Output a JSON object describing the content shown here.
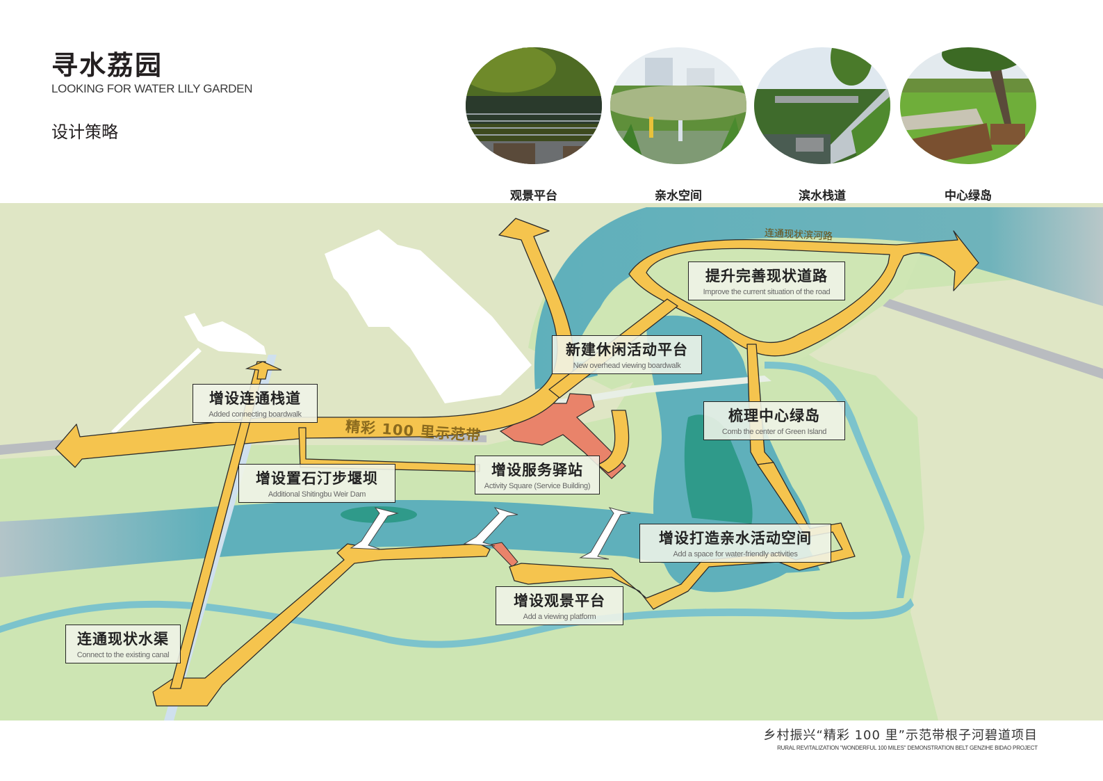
{
  "header": {
    "title_cn": "寻水荔园",
    "title_en": "LOOKING FOR WATER LILY GARDEN",
    "subtitle": "设计策略"
  },
  "photos": [
    {
      "label": "观景平台",
      "scene": "viewing-platform-photo"
    },
    {
      "label": "亲水空间",
      "scene": "waterfront-space-photo"
    },
    {
      "label": "滨水栈道",
      "scene": "waterfront-boardwalk-photo"
    },
    {
      "label": "中心绿岛",
      "scene": "central-green-island-photo"
    }
  ],
  "map": {
    "colors": {
      "land_light": "#dfe6c5",
      "land_green": "#cde5b3",
      "river": "#5fb0bb",
      "river_deep": "#2f9a8a",
      "route": "#f5c44e",
      "route_outline": "#2a2a2a",
      "building": "#ffffff",
      "service": "#e9836a",
      "canal": "#7cc3cc",
      "road_gray": "#b9bcc0"
    },
    "road_label": "连通现状滨河路",
    "belt_label": "精彩 100 里示范带",
    "callouts": [
      {
        "cn": "提升完善现状道路",
        "en": "Improve the current situation of the road"
      },
      {
        "cn": "新建休闲活动平台",
        "en": "New overhead viewing boardwalk"
      },
      {
        "cn": "增设连通栈道",
        "en": "Added connecting boardwalk"
      },
      {
        "cn": "梳理中心绿岛",
        "en": "Comb the center of Green Island"
      },
      {
        "cn": "增设服务驿站",
        "en": "Activity Square (Service Building)"
      },
      {
        "cn": "增设置石汀步堰坝",
        "en": "Additional Shitingbu Weir Dam"
      },
      {
        "cn": "增设打造亲水活动空间",
        "en": "Add a space for water-friendly activities"
      },
      {
        "cn": "增设观景平台",
        "en": "Add a viewing platform"
      },
      {
        "cn": "连通现状水渠",
        "en": "Connect to the existing canal"
      }
    ]
  },
  "footer": {
    "cn": "乡村振兴“精彩 100 里”示范带根子河碧道项目",
    "en": "RURAL REVITALIZATION \"WONDERFUL 100 MILES\" DEMONSTRATION BELT GENZIHE BIDAO PROJECT"
  }
}
